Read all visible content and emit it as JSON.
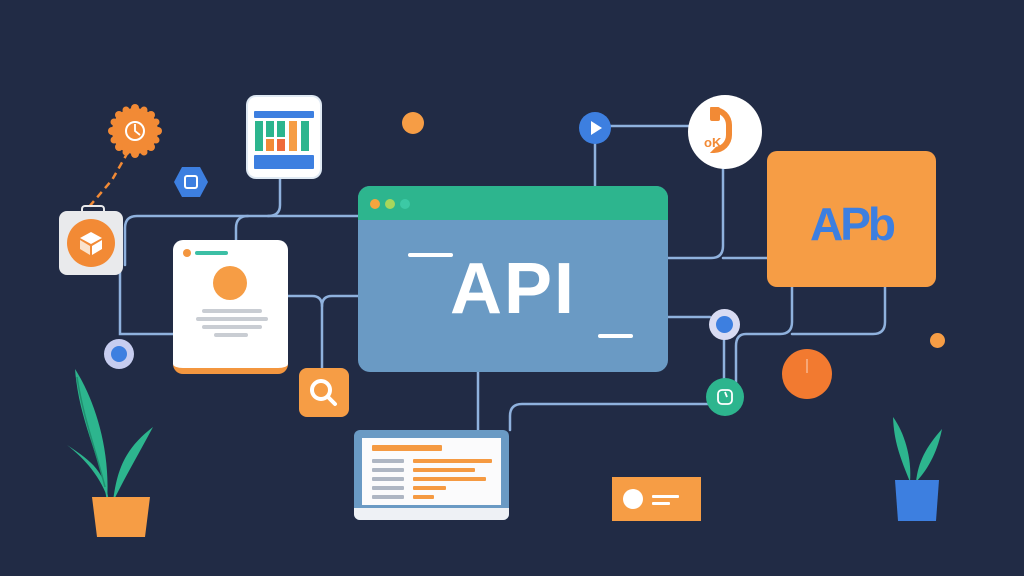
{
  "illustration": {
    "theme": "API integration network",
    "background": "#212b45",
    "colors": {
      "connector": "#8fb1dd",
      "orange": "#f69d45",
      "orange_dark": "#f28a35",
      "green": "#2db58e",
      "blue": "#3d7fe0",
      "steel_blue": "#6a9ac4",
      "white": "#ffffff"
    }
  },
  "central_window": {
    "label": "API",
    "window_dots": [
      "#f5a53e",
      "#a8d65c",
      "#3cc9a5"
    ]
  },
  "api_badge_card": {
    "label": "APb"
  },
  "status_circle": {
    "label": "oK"
  },
  "icons": [
    "gear-badge-icon",
    "hexagon-refresh-icon",
    "dashboard-chart-icon",
    "package-box-icon",
    "play-button-icon",
    "search-icon",
    "timer-icon",
    "user-profile-icon"
  ]
}
